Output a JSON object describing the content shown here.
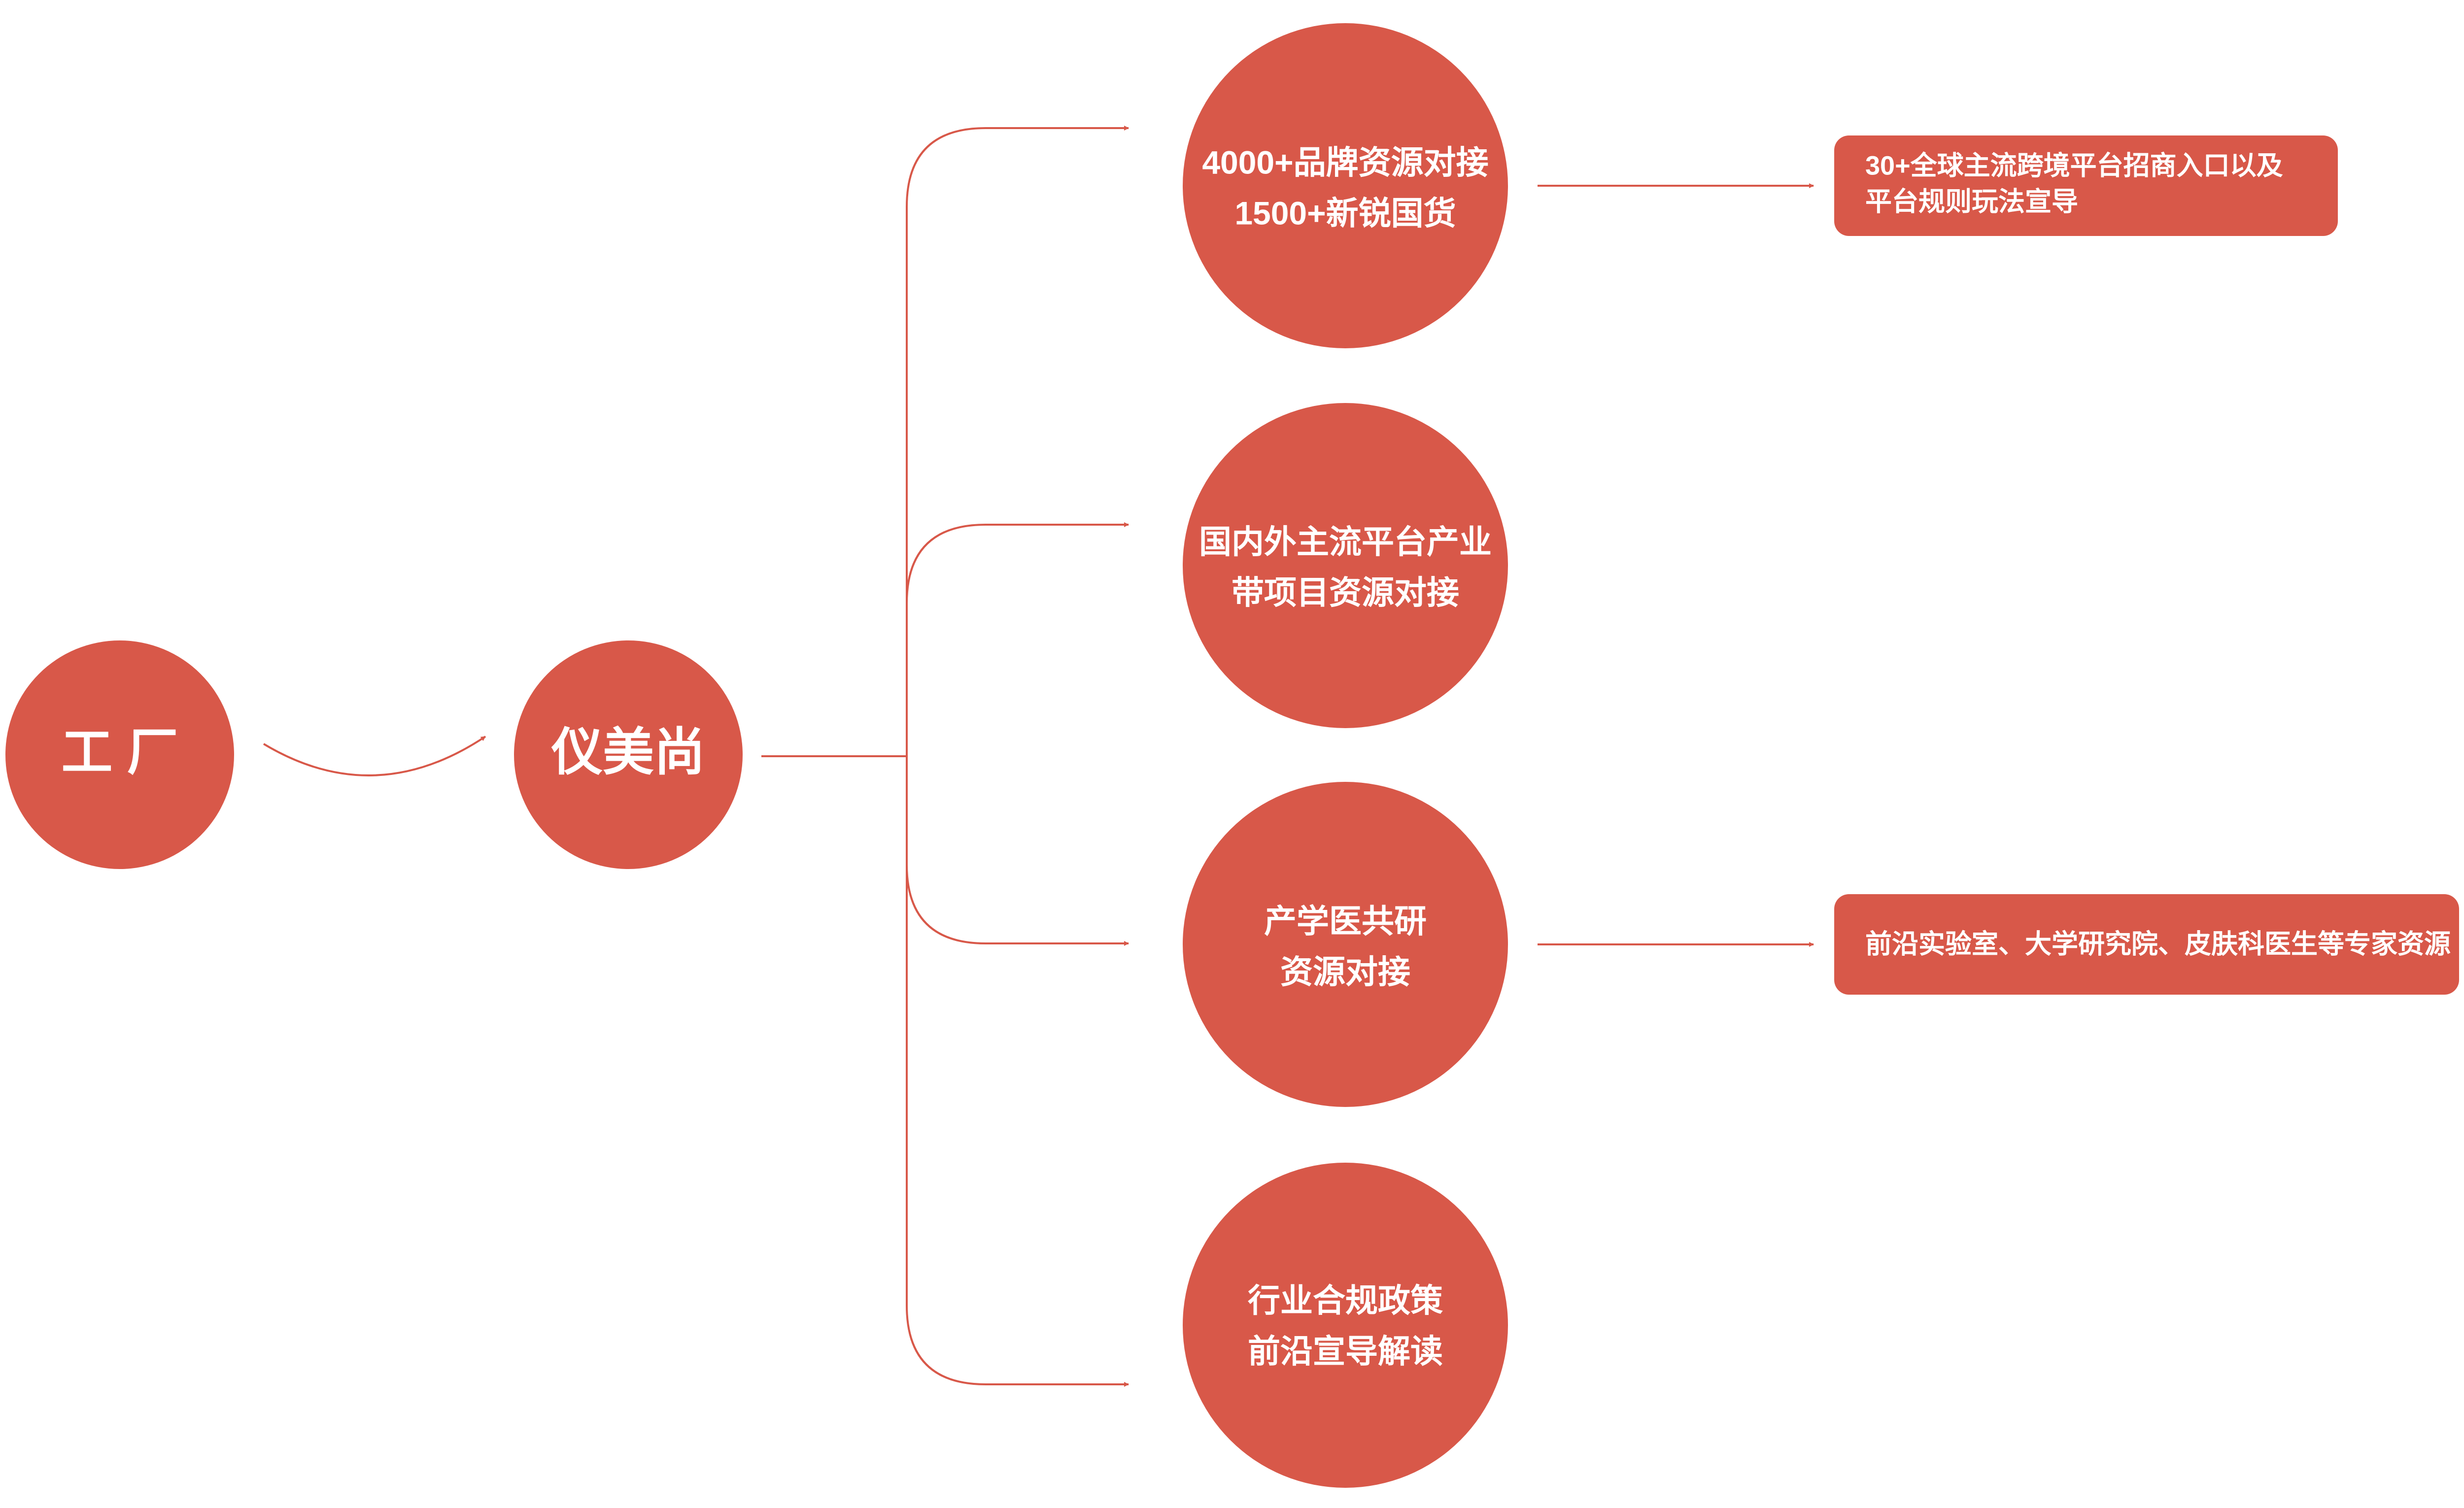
{
  "colors": {
    "node_fill": "#D85849",
    "line": "#D85849",
    "text": "#FFFFFF",
    "background": "#FFFFFF"
  },
  "nodes": {
    "factory": {
      "label": "工 厂"
    },
    "yimeishang": {
      "label": "仪美尚"
    },
    "branches": [
      {
        "line1": "4000+品牌资源对接",
        "line2": "1500+新锐国货"
      },
      {
        "line1": "国内外主流平台产业",
        "line2": "带项目资源对接"
      },
      {
        "line1": "产学医共研",
        "line2": "资源对接"
      },
      {
        "line1": "行业合规政策",
        "line2": "前沿宣导解读"
      }
    ],
    "details": [
      {
        "line1": "30+全球主流跨境平台招商入口以及",
        "line2": "平台规则玩法宣导"
      },
      {
        "line1": "前沿实验室、大学研究院、皮肤科医生等专家资源"
      }
    ]
  }
}
